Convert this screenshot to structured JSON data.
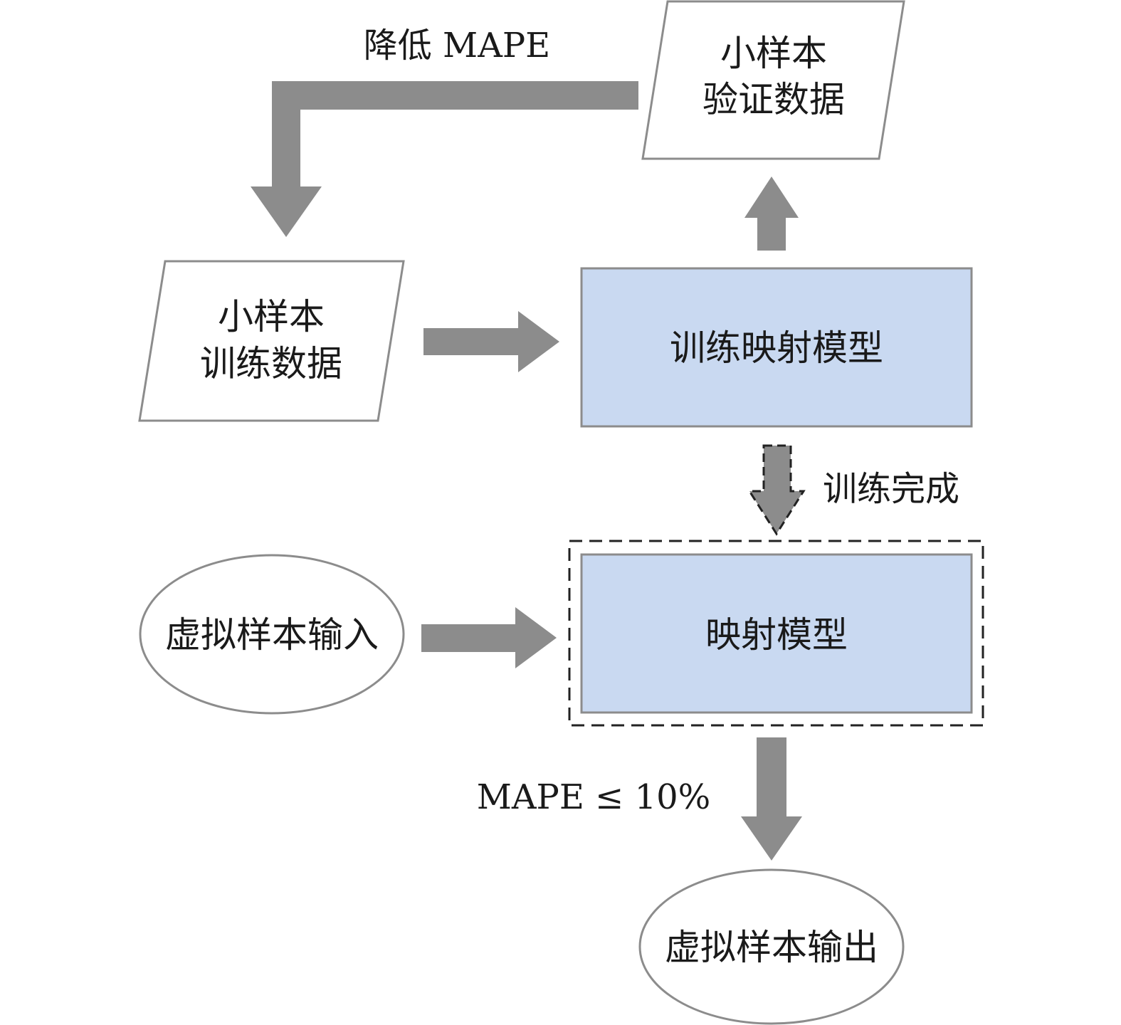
{
  "nodes": {
    "val_data": {
      "line1": "小样本",
      "line2": "验证数据"
    },
    "train_data": {
      "line1": "小样本",
      "line2": "训练数据"
    },
    "train_model": {
      "label": "训练映射模型"
    },
    "mapping_model": {
      "label": "映射模型"
    },
    "virtual_input": {
      "label": "虚拟样本输入"
    },
    "virtual_output": {
      "label": "虚拟样本输出"
    }
  },
  "edge_labels": {
    "feedback": "降低 MAPE",
    "training_done": "训练完成",
    "criterion": "MAPE ≤ 10%"
  },
  "colors": {
    "process_fill": "#c9d9f1",
    "process_stroke": "#8c8c8c",
    "arrow_fill": "#8c8c8c",
    "shape_stroke": "#8c8c8c",
    "dashed_stroke": "#222222"
  }
}
